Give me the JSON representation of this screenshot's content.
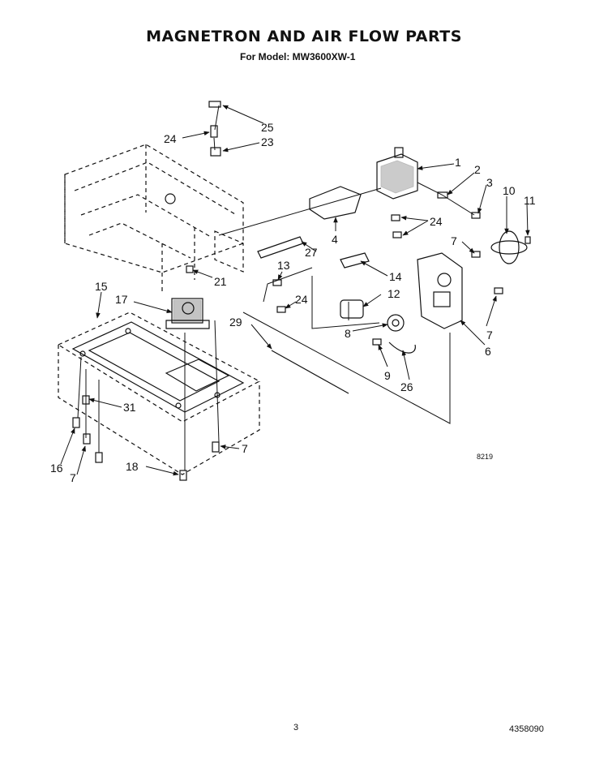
{
  "title": "MAGNETRON AND AIR FLOW PARTS",
  "subtitle": "For Model: MW3600XW-1",
  "diagram_code": "8219",
  "page_number": "3",
  "document_number": "4358090",
  "callouts": [
    "1",
    "2",
    "3",
    "4",
    "6",
    "7",
    "8",
    "9",
    "10",
    "11",
    "12",
    "13",
    "14",
    "15",
    "16",
    "17",
    "18",
    "21",
    "23",
    "24",
    "25",
    "26",
    "27",
    "29",
    "31"
  ]
}
